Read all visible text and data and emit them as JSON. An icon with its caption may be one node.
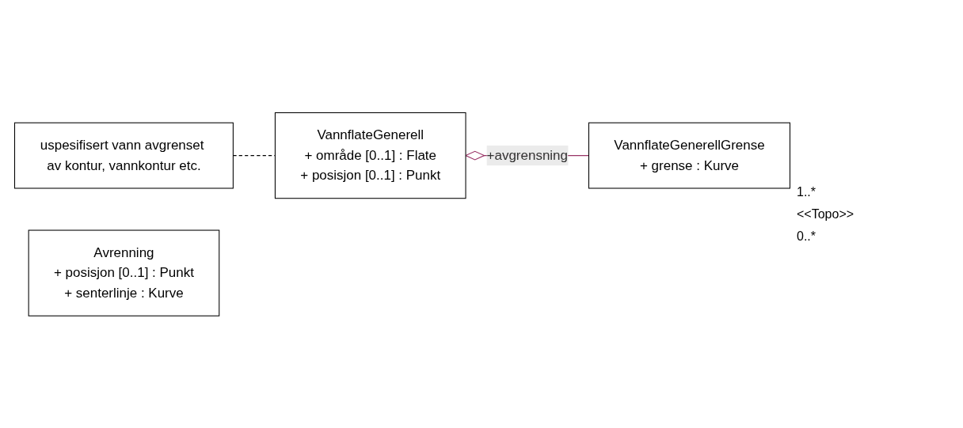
{
  "diagram": {
    "nodes": [
      {
        "text": [
          "uspesifisert vann avgrenset av kontur, vannkontur etc."
        ]
      },
      {
        "text": [
          "VannflateGenerell",
          "+ område [0..1] : Flate",
          "+ posisjon [0..1] : Punkt"
        ]
      },
      {
        "text": [
          "VannflateGenerellGrense",
          "+ grense : Kurve"
        ]
      },
      {
        "text": [
          "Avrenning",
          "+ posisjon [0..1] : Punkt",
          "+ senterlinje : Kurve"
        ]
      }
    ],
    "edges": [
      {
        "from": 0,
        "to": 1,
        "arrow": "none",
        "style": "dashed"
      },
      {
        "from": 1,
        "to": 2,
        "arrow": "other",
        "label": "+avgrensning",
        "color": "#993366"
      }
    ],
    "labels": [
      "1..*",
      "<<Topo>>",
      "0..*"
    ]
  }
}
